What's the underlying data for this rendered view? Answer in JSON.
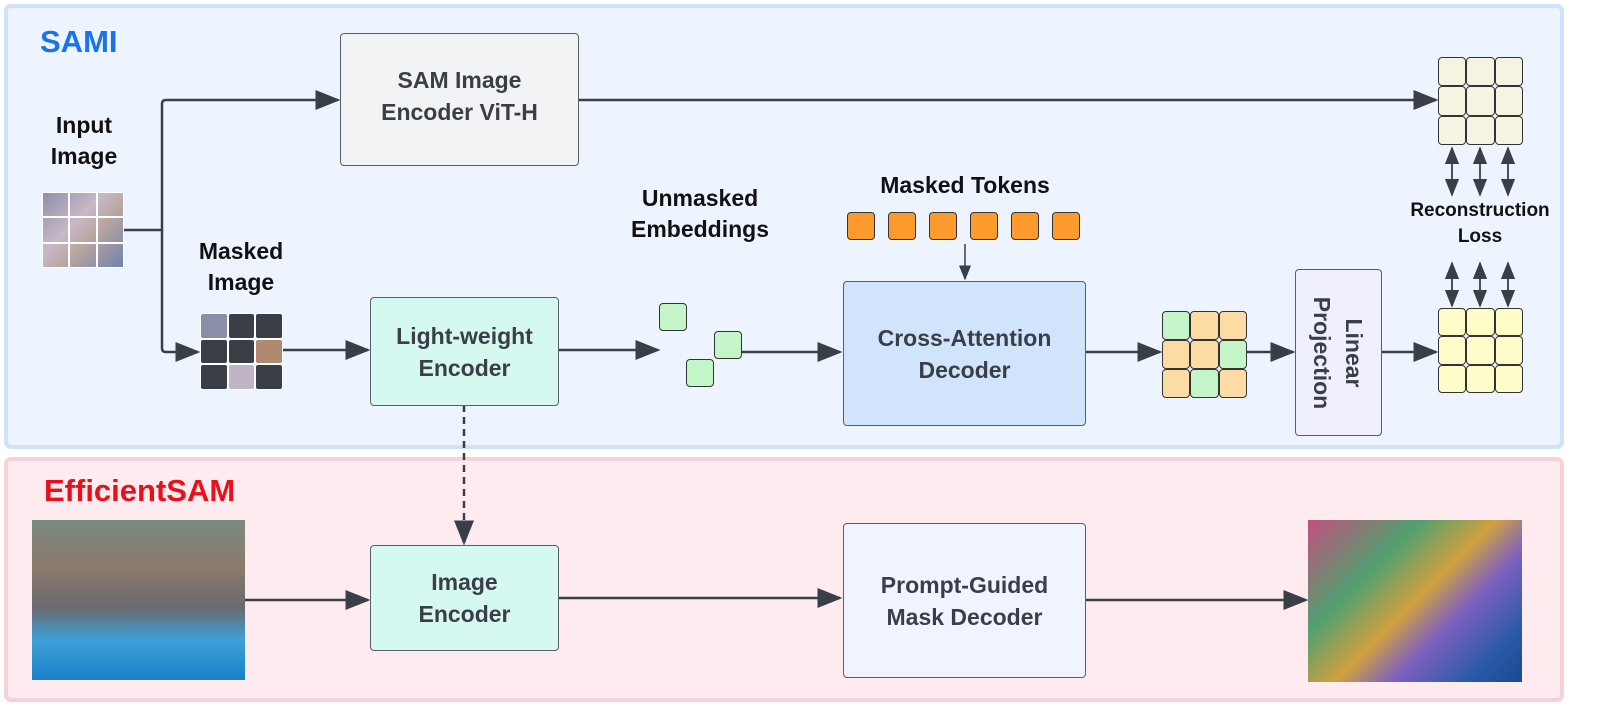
{
  "sami": {
    "title": "SAMI",
    "title_color": "#1a73e8"
  },
  "efficientsam": {
    "title": "EfficientSAM",
    "title_color": "#e8101b"
  },
  "labels": {
    "input_image": "Input\nImage",
    "masked_image": "Masked\nImage",
    "unmasked_embeddings": "Unmasked\nEmbeddings",
    "masked_tokens": "Masked Tokens",
    "reconstruction_loss": "Reconstruction\nLoss"
  },
  "boxes": {
    "sam_encoder": "SAM Image\nEncoder ViT-H",
    "lightweight_encoder": "Light-weight\nEncoder",
    "cross_attention_decoder": "Cross-Attention\nDecoder",
    "linear_projection": "Linear\nProjection",
    "image_encoder": "Image\nEncoder",
    "mask_decoder": "Prompt-Guided\nMask Decoder"
  },
  "colors": {
    "token": "#fd9a2e",
    "embedding": "#c3f5c8",
    "decoded_masked": "#fddba5",
    "target": "#f6f3e3",
    "prediction": "#fefcc8"
  },
  "decoded_grid": [
    "e",
    "m",
    "m",
    "m",
    "m",
    "e",
    "m",
    "e",
    "m"
  ]
}
